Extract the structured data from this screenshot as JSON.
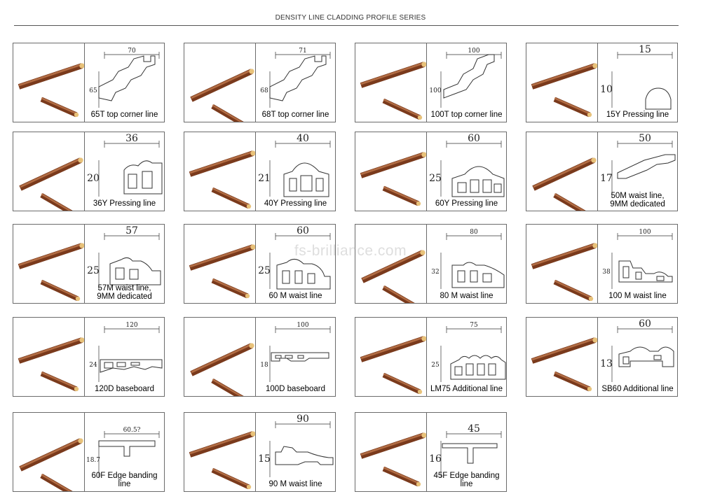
{
  "page": {
    "title": "DENSITY LINE CLADDING PROFILE SERIES",
    "watermark": "fs-brilliance.com"
  },
  "colors": {
    "wood_dark": "#7a3a1c",
    "wood_mid": "#9c5230",
    "wood_light": "#c07a4e",
    "wood_end": "#e8c27a",
    "line": "#333333"
  },
  "products": [
    {
      "name": "65T top corner line",
      "width_dim": "70",
      "height_dim": "65",
      "shape": "crown"
    },
    {
      "name": "68T top corner line",
      "width_dim": "71",
      "height_dim": "68",
      "shape": "crown"
    },
    {
      "name": "100T top corner line",
      "width_dim": "100",
      "height_dim": "100",
      "shape": "crown-large"
    },
    {
      "name": "15Y Pressing line",
      "width_dim": "15",
      "height_dim": "10",
      "shape": "bead"
    },
    {
      "name": "36Y Pressing line",
      "width_dim": "36",
      "height_dim": "20",
      "shape": "hollow-small"
    },
    {
      "name": "40Y Pressing line",
      "width_dim": "40",
      "height_dim": "21",
      "shape": "hollow-arch"
    },
    {
      "name": "60Y Pressing line",
      "width_dim": "60",
      "height_dim": "25",
      "shape": "hollow-wide"
    },
    {
      "name": "50M waist line,\n9MM dedicated",
      "width_dim": "50",
      "height_dim": "17",
      "shape": "waist-slope"
    },
    {
      "name": "57M waist line,\n9MM dedicated",
      "width_dim": "57",
      "height_dim": "25",
      "shape": "waist-57"
    },
    {
      "name": "60 M waist line",
      "width_dim": "60",
      "height_dim": "25",
      "shape": "waist-60"
    },
    {
      "name": "80 M waist line",
      "width_dim": "80",
      "height_dim": "32",
      "shape": "waist-80"
    },
    {
      "name": "100 M waist line",
      "width_dim": "100",
      "height_dim": "38",
      "shape": "waist-100"
    },
    {
      "name": "120D baseboard",
      "width_dim": "120",
      "height_dim": "24",
      "shape": "baseboard-120"
    },
    {
      "name": "100D baseboard",
      "width_dim": "100",
      "height_dim": "18",
      "shape": "baseboard-100"
    },
    {
      "name": "LM75 Additional line",
      "width_dim": "75",
      "height_dim": "25",
      "shape": "additional-lm75"
    },
    {
      "name": "SB60 Additional line",
      "width_dim": "60",
      "height_dim": "13",
      "shape": "additional-sb60"
    },
    {
      "name": "60F Edge banding line",
      "width_dim": "60.5?",
      "height_dim": "18.7",
      "shape": "t-thin"
    },
    {
      "name": "90 M waist line",
      "width_dim": "90",
      "height_dim": "15",
      "shape": "waist-90"
    },
    {
      "name": "45F Edge banding line",
      "width_dim": "45",
      "height_dim": "16",
      "shape": "t-bar"
    }
  ]
}
